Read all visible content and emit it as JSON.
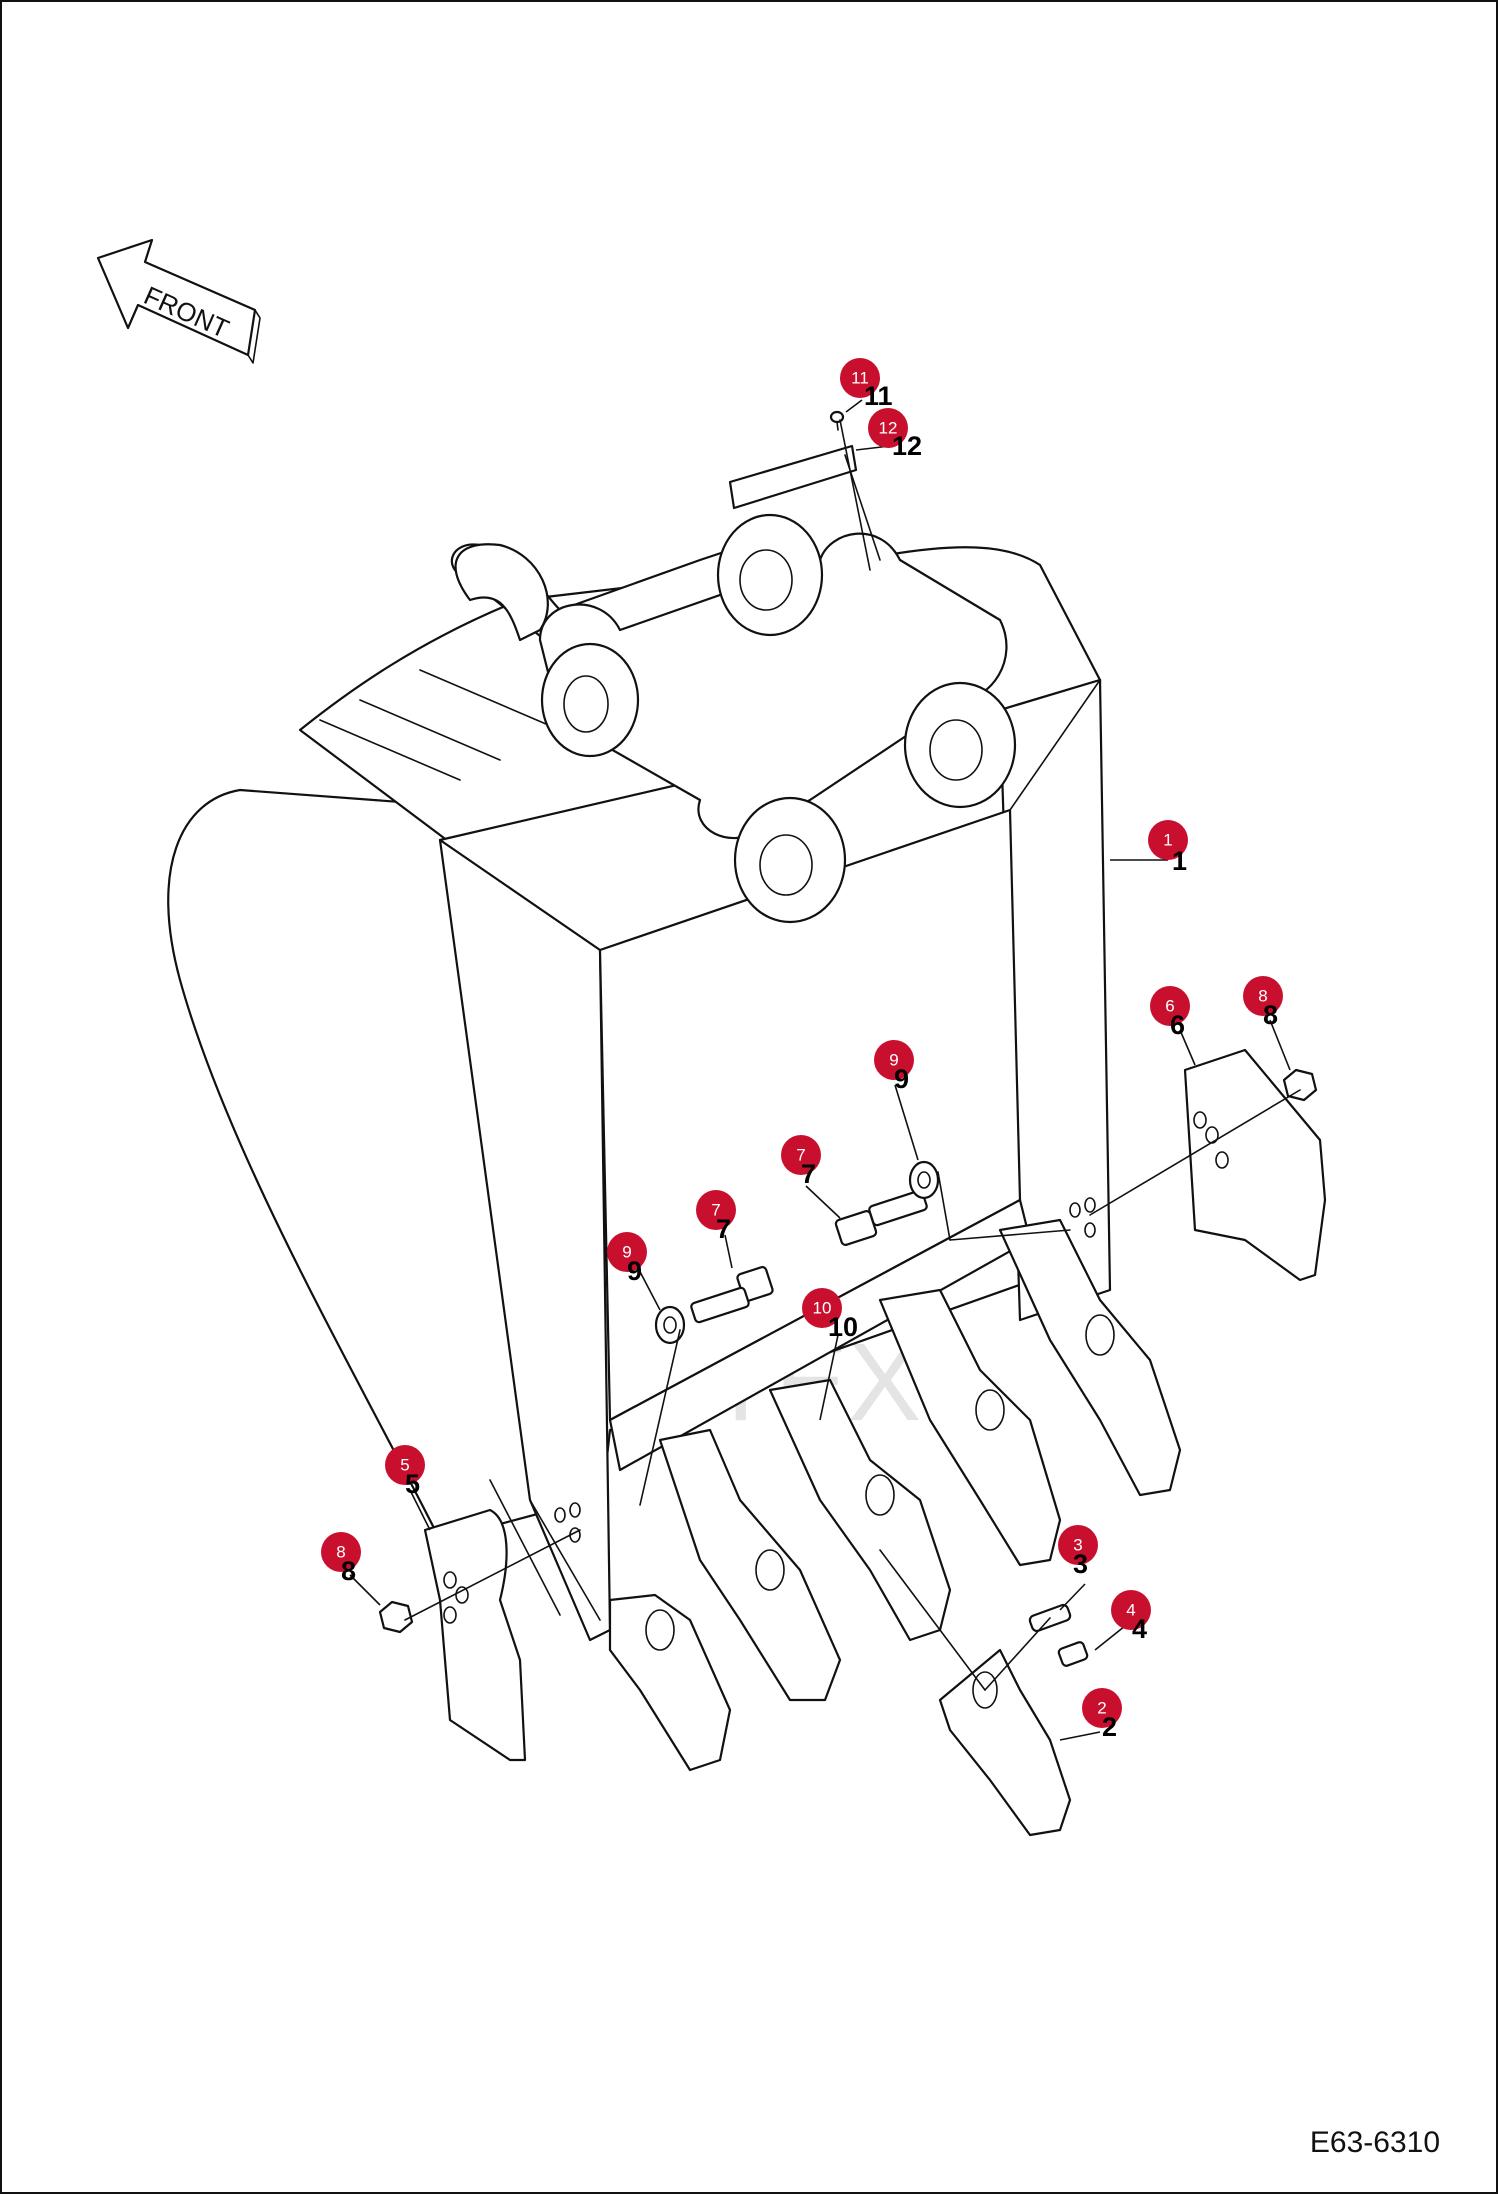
{
  "front_label": "FRONT",
  "watermark_text": "ИНТЕХ",
  "drawing_code": "E63-6310",
  "colors": {
    "marker": "#c8102e",
    "watermark": "#f19a9a",
    "line": "#111111"
  },
  "callouts": [
    {
      "id": "c1",
      "label": "1",
      "printed": "1"
    },
    {
      "id": "c2",
      "label": "2",
      "printed": "2"
    },
    {
      "id": "c3",
      "label": "3",
      "printed": "3"
    },
    {
      "id": "c4",
      "label": "4",
      "printed": "4"
    },
    {
      "id": "c5",
      "label": "5",
      "printed": "5"
    },
    {
      "id": "c6",
      "label": "6",
      "printed": "6"
    },
    {
      "id": "c7a",
      "label": "7",
      "printed": "7"
    },
    {
      "id": "c7b",
      "label": "7",
      "printed": "7"
    },
    {
      "id": "c8a",
      "label": "8",
      "printed": "8"
    },
    {
      "id": "c8b",
      "label": "8",
      "printed": "8"
    },
    {
      "id": "c9a",
      "label": "9",
      "printed": "9"
    },
    {
      "id": "c9b",
      "label": "9",
      "printed": "9"
    },
    {
      "id": "c10",
      "label": "10",
      "printed": "10"
    },
    {
      "id": "c11",
      "label": "11",
      "printed": "11"
    },
    {
      "id": "c12",
      "label": "12",
      "printed": "12"
    }
  ]
}
